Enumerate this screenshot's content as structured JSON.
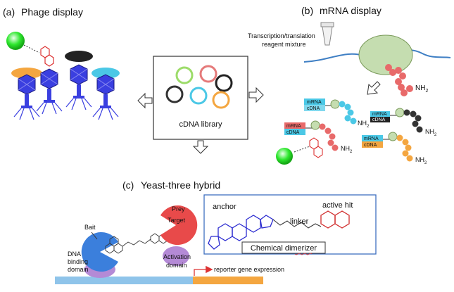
{
  "panel_a": {
    "letter": "(a)",
    "title": "Phage display"
  },
  "panel_b": {
    "letter": "(b)",
    "title": "mRNA display",
    "reagent_line1": "Transcription/translation",
    "reagent_line2": "reagent mixture",
    "nh2": "NH",
    "nh2_sub": "2",
    "mrna": "mRNA",
    "cdna": "cDNA"
  },
  "library": {
    "label": "cDNA library"
  },
  "panel_c": {
    "letter": "(c)",
    "title": "Yeast-three hybrid",
    "bait": "Bait",
    "prey": "Prey",
    "target": "Target",
    "dna_binding_1": "DNA",
    "dna_binding_2": "binding",
    "dna_binding_3": "domain",
    "activation_1": "Activation",
    "activation_2": "domain",
    "reporter": "reporter gene expression"
  },
  "dimerizer": {
    "anchor": "anchor",
    "linker": "linker",
    "active_hit": "active hit",
    "caption": "Chemical dimerizer"
  },
  "colors": {
    "phage_blue": "#3a3fe0",
    "green_ball": "#2ee82e",
    "orange": "#f4a640",
    "cyan": "#4bc8e6",
    "black": "#222222",
    "red_chain": "#e86a6a",
    "ribosome_green": "#c5ddb0",
    "bait_blue": "#3b7fdc",
    "prey_red": "#e84a4a",
    "purple": "#b48ad6",
    "dna_blue": "#8fc4ea",
    "dna_orange": "#f4a640",
    "anchor_blue": "#2b2bd0",
    "hit_red": "#d02b2b"
  }
}
